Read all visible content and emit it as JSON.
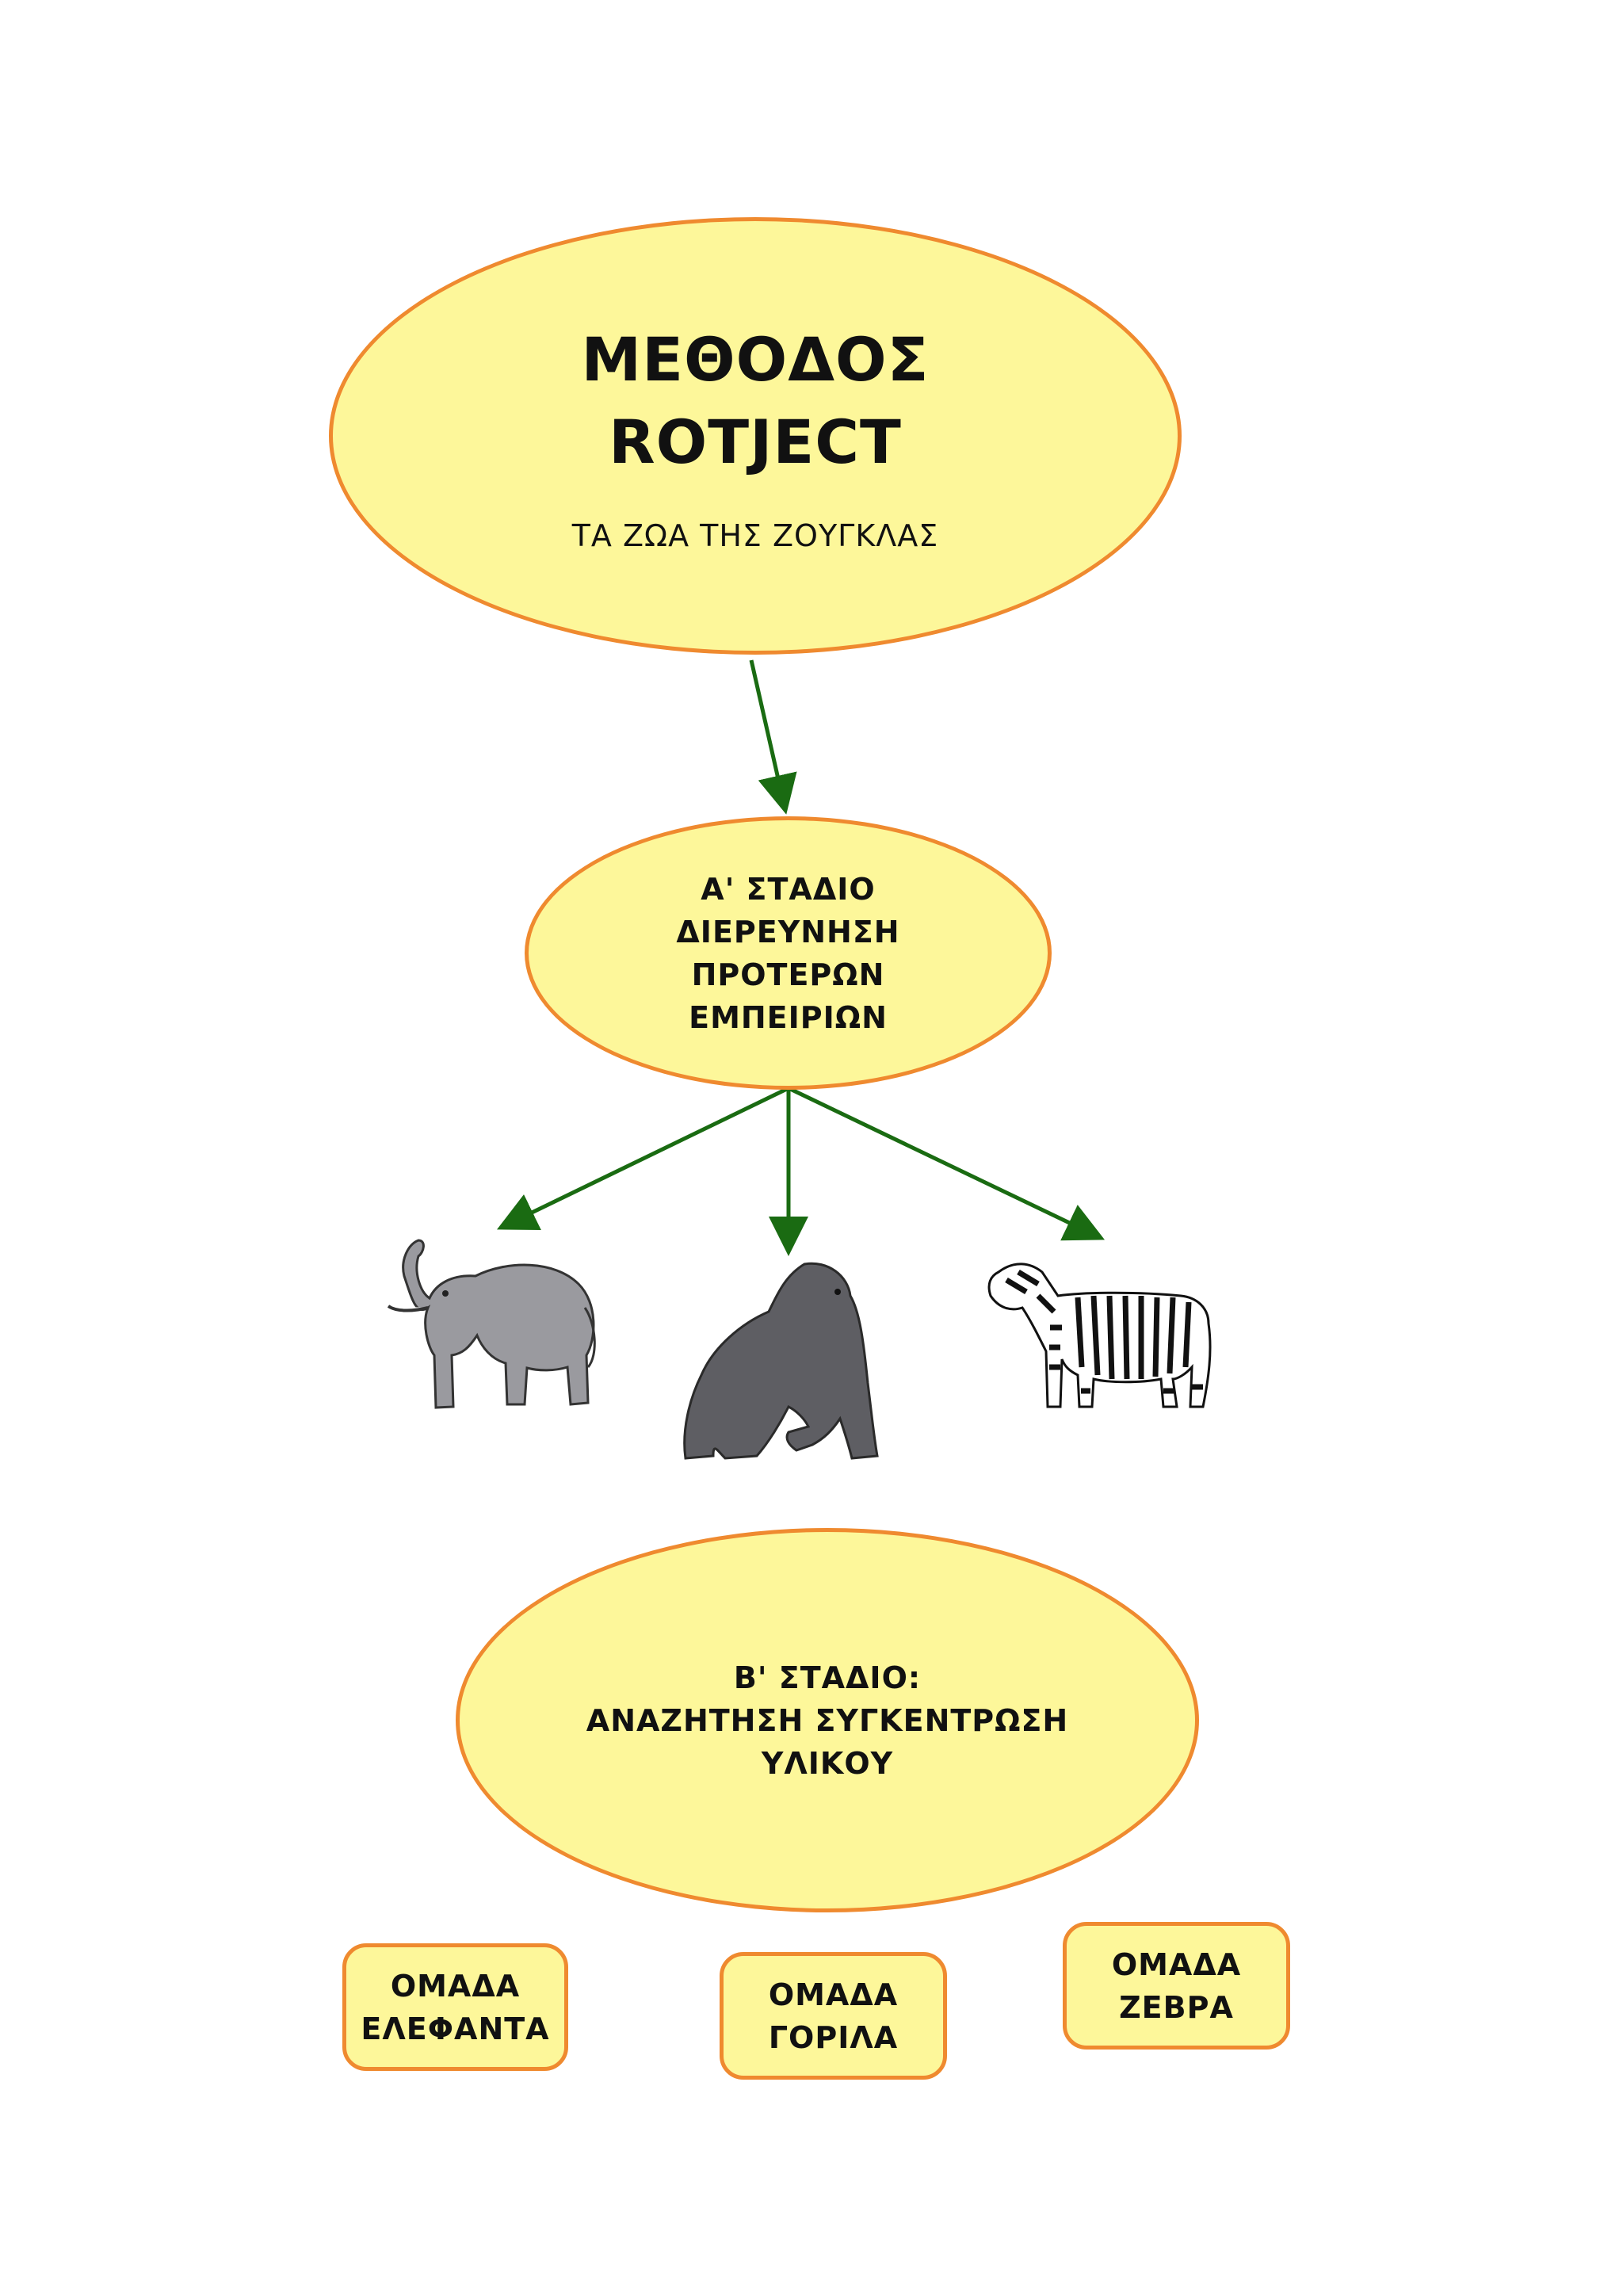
{
  "root": {
    "title_lines": [
      "ΜΕΘΟΔΟΣ",
      "ROTJECT"
    ],
    "subtitle": "ΤΑ ΖΩΑ ΤΗΣ ΖΟΥΓΚΛΑΣ"
  },
  "stage_a": {
    "lines": [
      "Α' ΣΤΑΔΙΟ",
      "ΔΙΕΡΕΥΝΗΣΗ",
      "ΠΡΟΤΕΡΩΝ",
      "ΕΜΠΕΙΡΙΩΝ"
    ]
  },
  "stage_b": {
    "lines": [
      "Β' ΣΤΑΔΙΟ:",
      "ΑΝΑΖΗΤΗΣΗ ΣΥΓΚΕΝΤΡΩΣΗ",
      "ΥΛΙΚΟΥ"
    ]
  },
  "groups": [
    {
      "lines": [
        "ΟΜΑΔΑ",
        "ΕΛΕΦΑΝΤΑ"
      ]
    },
    {
      "lines": [
        "ΟΜΑΔΑ",
        "ΓΟΡΙΛΑ"
      ]
    },
    {
      "lines": [
        "ΟΜΑΔΑ",
        "ΖΕΒΡΑ"
      ]
    }
  ],
  "animals": [
    "elephant",
    "gorilla",
    "zebra"
  ],
  "colors": {
    "node_fill": "#fdf79a",
    "node_border": "#ef8a2f",
    "arrow": "#1a6b12"
  }
}
